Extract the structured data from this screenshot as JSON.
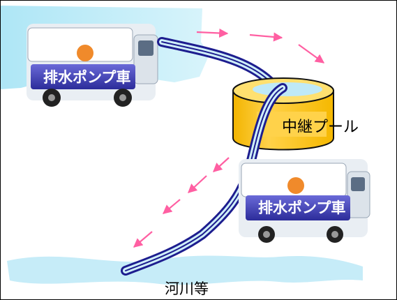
{
  "diagram": {
    "truck_top": {
      "label": "排水ポンプ車"
    },
    "pool": {
      "label": "中継プール"
    },
    "truck_bottom": {
      "label": "排水ポンプ車"
    },
    "river": {
      "label": "河川等"
    }
  }
}
